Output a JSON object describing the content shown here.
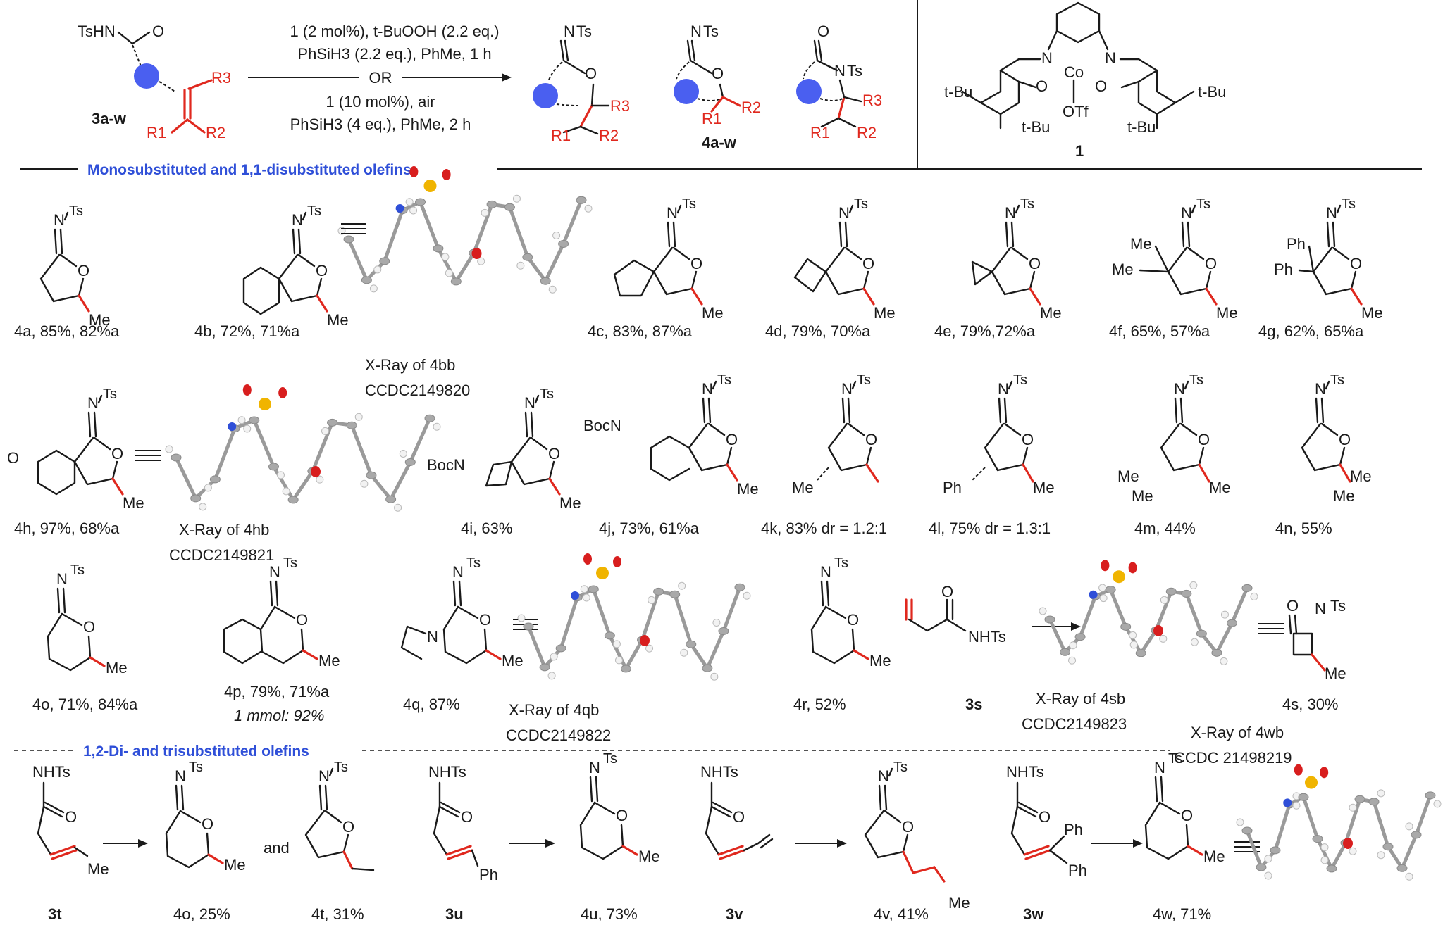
{
  "header": {
    "reactant_label": "3a-w",
    "reactant_group": "TsHN",
    "reactant_r": [
      "R3",
      "R1",
      "R2"
    ],
    "cond_line1": "1 (2 mol%), t-BuOOH (2.2 eq.)",
    "cond_line2": "PhSiH3 (2.2 eq.), PhMe, 1 h",
    "cond_or": "OR",
    "cond_line3": "1 (10 mol%), air",
    "cond_line4": "PhSiH3 (4 eq.), PhMe, 2 h",
    "product_label": "4a-w",
    "catalyst_label": "1",
    "catalyst_text": [
      "t-Bu",
      "t-Bu",
      "t-Bu",
      "t-Bu",
      "Co",
      "OTf"
    ]
  },
  "sections": {
    "mono": "Monosubstituted  and 1,1-disubstituted  olefins",
    "di": "1,2-Di- and trisubstituted olefins"
  },
  "compounds": {
    "4a": "4a, 85%, 82%a",
    "4b": "4b, 72%, 71%a",
    "4c": "4c, 83%, 87%a",
    "4d": "4d, 79%, 70%a",
    "4e": "4e, 79%,72%a",
    "4f": "4f, 65%, 57%a",
    "4g": "4g, 62%, 65%a",
    "4h": "4h, 97%, 68%a",
    "4i": "4i, 63%",
    "4j": "4j, 73%, 61%a",
    "4k": "4k, 83% dr = 1.2:1",
    "4l": "4l, 75% dr = 1.3:1",
    "4m": "4m, 44%",
    "4n": "4n, 55%",
    "4o": "4o, 71%, 84%a",
    "4p": "4p, 79%, 71%a",
    "4p_scale": "1 mmol: 92%",
    "4q": "4q, 87%",
    "4r": "4r, 52%",
    "3s": "3s",
    "4s": "4s, 30%",
    "3t": "3t",
    "4o_b": "4o, 25%",
    "4t": "4t, 31%",
    "3u": "3u",
    "4u": "4u, 73%",
    "3v": "3v",
    "4v": "4v, 41%",
    "3w": "3w",
    "4w": "4w, 71%",
    "and": "and"
  },
  "xray": {
    "4b": [
      "X-Ray of 4bb",
      "CCDC2149820"
    ],
    "4h": [
      "X-Ray of 4hb",
      "CCDC2149821"
    ],
    "4q": [
      "X-Ray of 4qb",
      "CCDC2149822"
    ],
    "4s": [
      "X-Ray of 4sb",
      "CCDC2149823"
    ],
    "4w": [
      "X-Ray of 4wb",
      "CCDC 21498219"
    ]
  },
  "atoms": {
    "NTs": "N",
    "Ts": "Ts",
    "O": "O",
    "Me": "Me",
    "Ph": "Ph",
    "NHTs": "NHTs",
    "BocN": "BocN",
    "N": "N"
  },
  "colors": {
    "accent_blue": "#2f4fd8",
    "bond_red": "#e0281e",
    "sulfur": "#f0b400",
    "oxygen": "#d81e1e",
    "nitrogen": "#2f4fd8"
  }
}
